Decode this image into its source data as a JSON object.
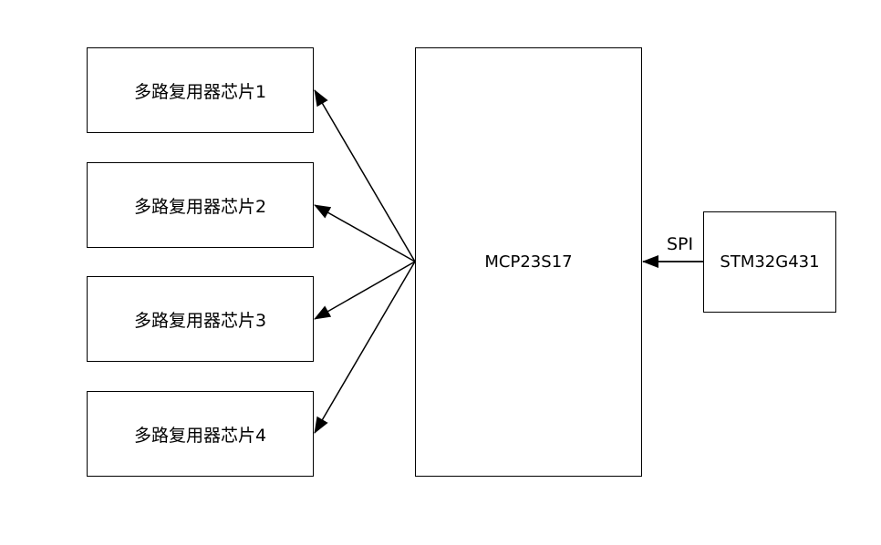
{
  "diagram": {
    "mux_chips": [
      {
        "label": "多路复用器芯片1"
      },
      {
        "label": "多路复用器芯片2"
      },
      {
        "label": "多路复用器芯片3"
      },
      {
        "label": "多路复用器芯片4"
      }
    ],
    "expander": {
      "label": "MCP23S17"
    },
    "controller": {
      "label": "STM32G431"
    },
    "bus": {
      "label": "SPI"
    },
    "colors": {
      "stroke": "#000000",
      "fill": "#ffffff"
    }
  }
}
